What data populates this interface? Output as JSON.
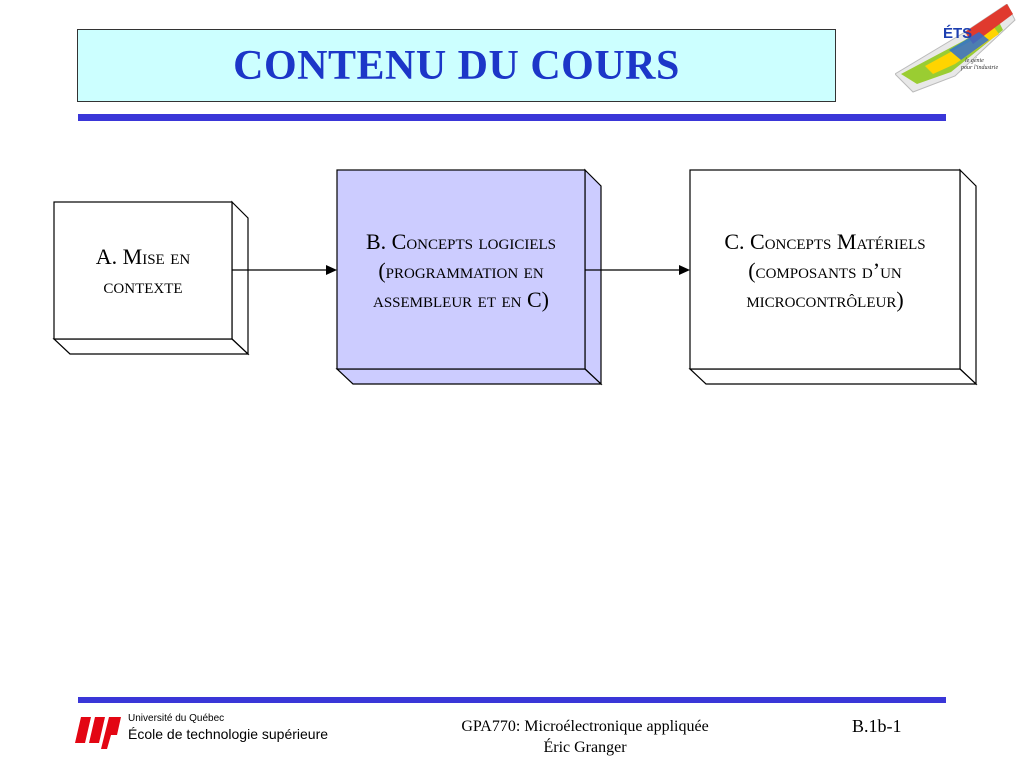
{
  "slide": {
    "title": "CONTENU DU COURS"
  },
  "diagram": {
    "boxes": [
      {
        "id": "a",
        "label": "A. Mise en contexte",
        "fill": "#ffffff"
      },
      {
        "id": "b",
        "label": "B. Concepts logiciels (programmation en assembleur et en C)",
        "fill": "#ccccff"
      },
      {
        "id": "c",
        "label": "C. Concepts Matériels (composants d’un microcontrôleur)",
        "fill": "#ffffff"
      }
    ]
  },
  "logo": {
    "initials": "ÉTS",
    "tagline_1": "le génie",
    "tagline_2": "pour l'industrie"
  },
  "footer": {
    "university": "Université du Québec",
    "school": "École de technologie supérieure",
    "course": "GPA770:  Microélectronique appliquée",
    "author": "Éric Granger",
    "page": "B.1b-1"
  },
  "colors": {
    "title": "#1c36c8",
    "title_background": "#ccffff",
    "rule": "#3a36d8",
    "uq_logo": "#e30613"
  }
}
